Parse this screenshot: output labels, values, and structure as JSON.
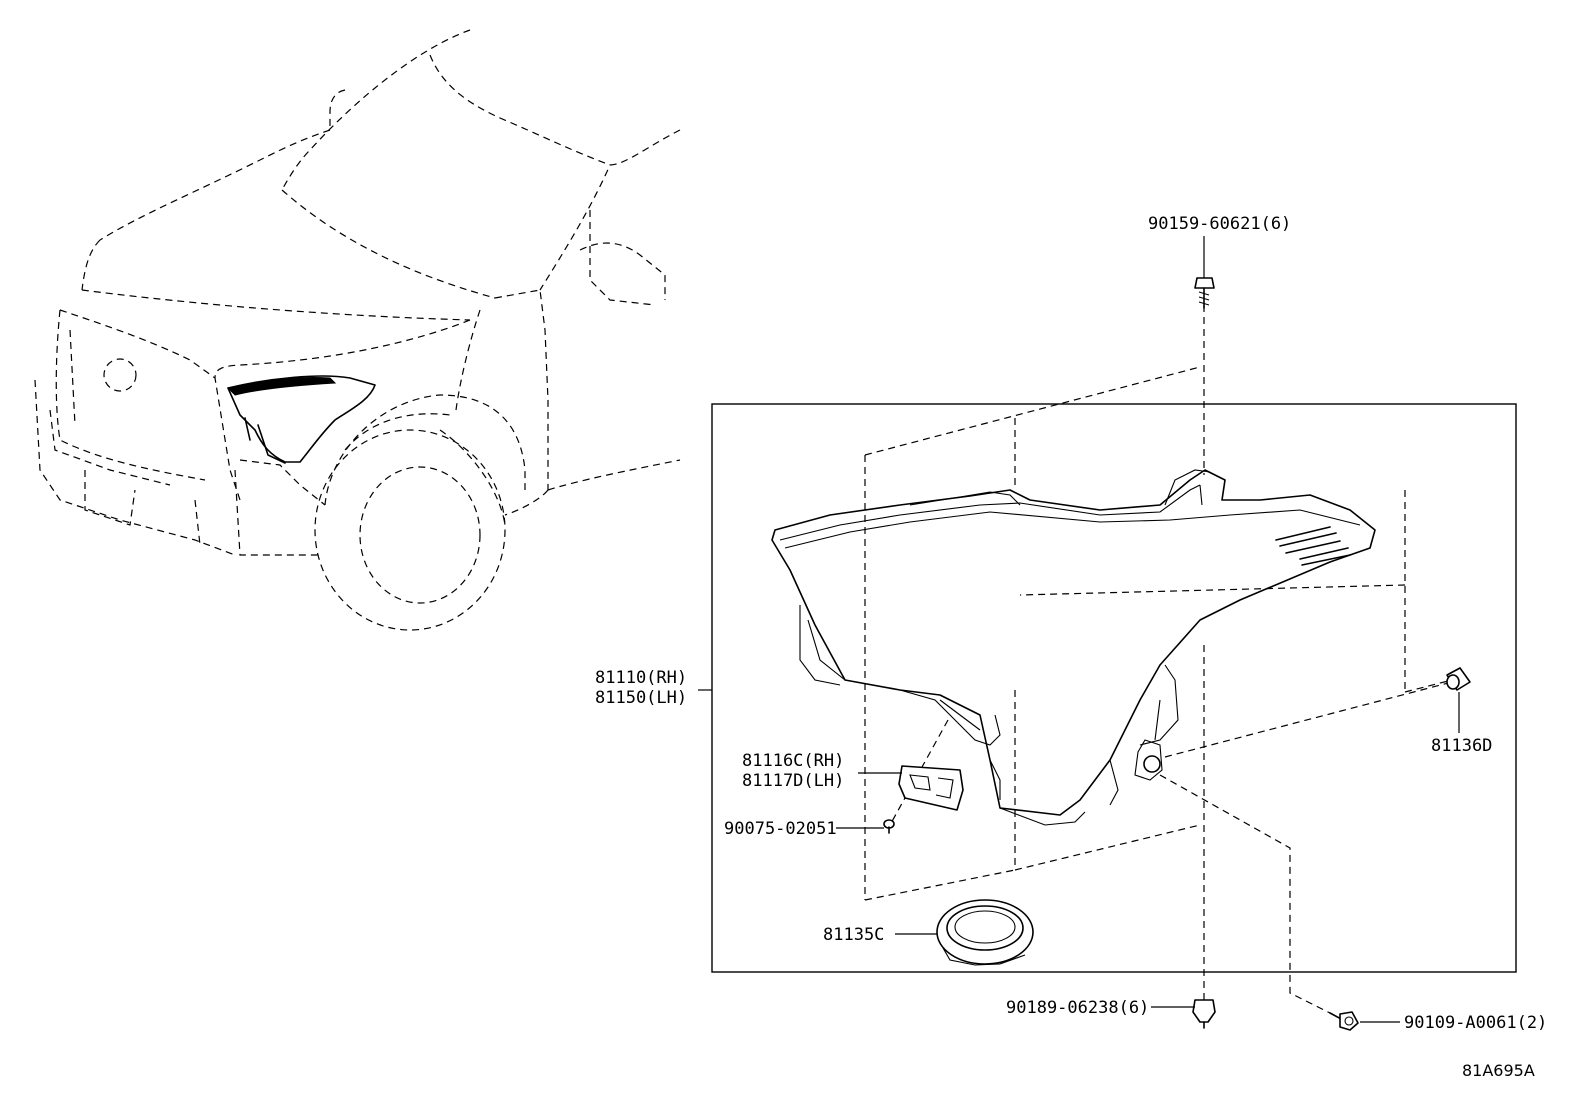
{
  "labels": {
    "p_90159": "90159-60621(6)",
    "p_81110": "81110(RH)",
    "p_81150": "81150(LH)",
    "p_81116": "81116C(RH)",
    "p_81117": "81117D(LH)",
    "p_90075": "90075-02051",
    "p_81135": "81135C",
    "p_81136": "81136D",
    "p_90189": "90189-06238(6)",
    "p_90109": "90109-A0061(2)"
  },
  "diagram_code": "81A695A"
}
